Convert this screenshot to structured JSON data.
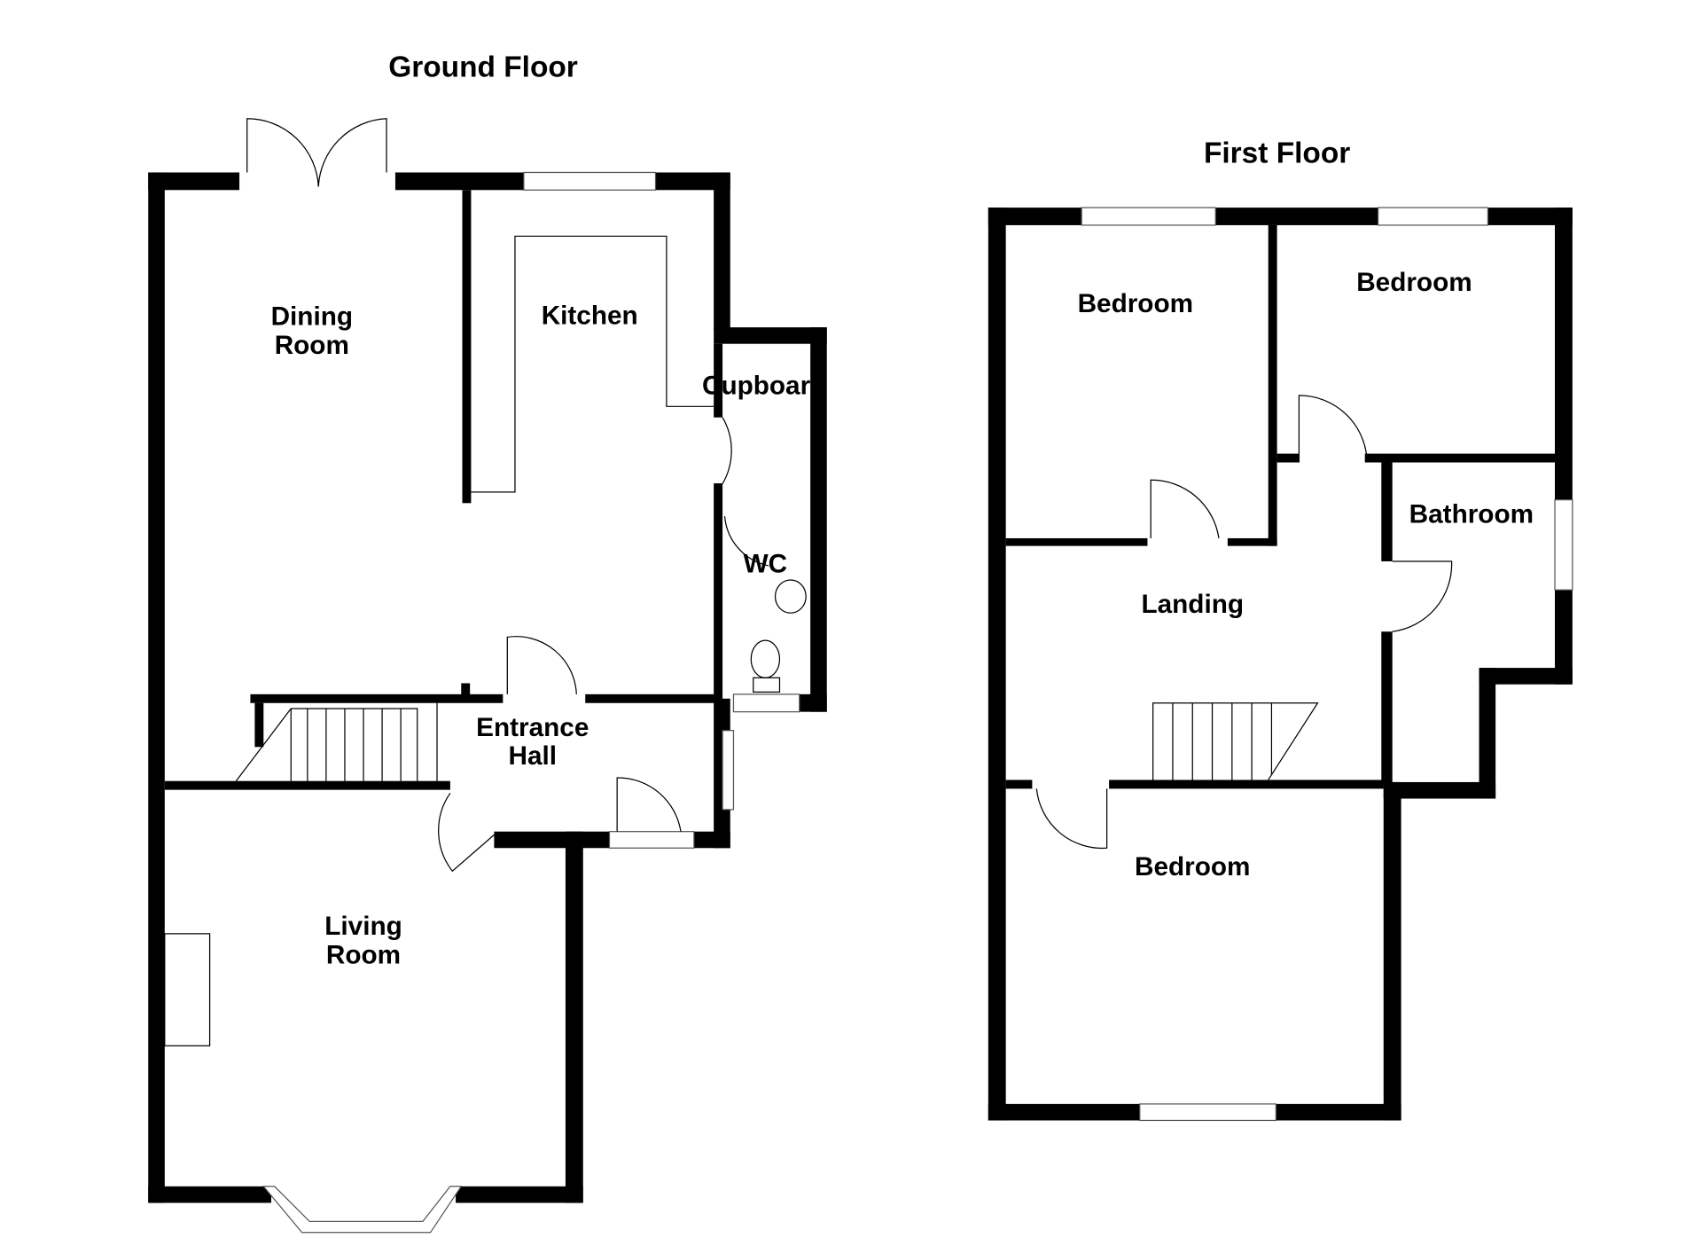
{
  "ground_floor": {
    "title": "Ground Floor",
    "rooms": {
      "dining_1": "Dining",
      "dining_2": "Room",
      "kitchen": "Kitchen",
      "cupboard": "Cupboard",
      "wc": "WC",
      "hall_1": "Entrance",
      "hall_2": "Hall",
      "living_1": "Living",
      "living_2": "Room"
    }
  },
  "first_floor": {
    "title": "First Floor",
    "rooms": {
      "bedroom_a": "Bedroom",
      "bedroom_b": "Bedroom",
      "bathroom": "Bathroom",
      "landing": "Landing",
      "bedroom_c": "Bedroom"
    }
  },
  "colors": {
    "wall": "#000000",
    "background": "#ffffff"
  }
}
